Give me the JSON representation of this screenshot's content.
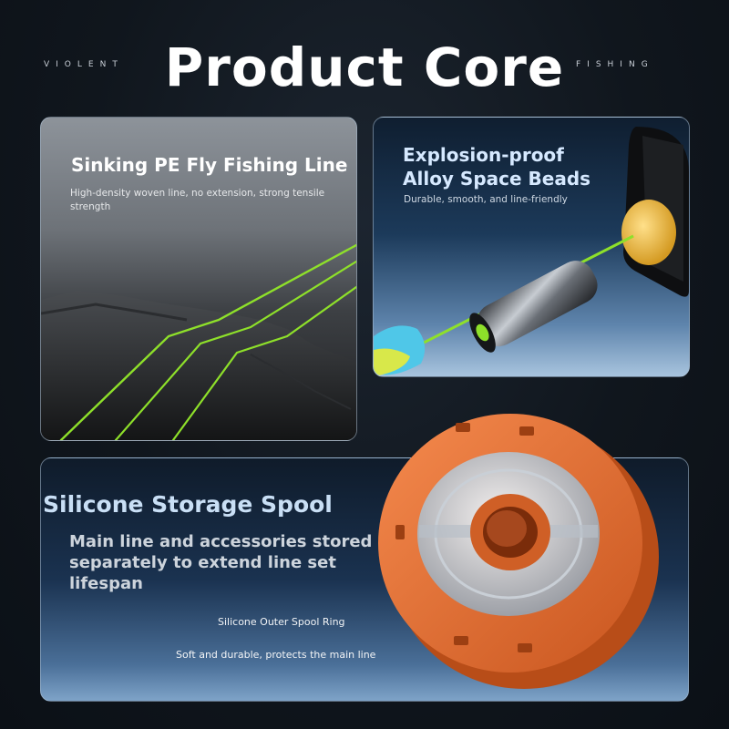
{
  "header": {
    "left_word": "VIOLENT",
    "title": "Product Core",
    "right_word": "FISHING"
  },
  "cards": [
    {
      "title": "Sinking PE Fly Fishing Line",
      "subtitle": "High-density woven line, no extension, strong tensile strength"
    },
    {
      "title_line1": "Explosion-proof",
      "title_line2": "Alloy Space Beads",
      "subtitle": "Durable, smooth, and line-friendly"
    },
    {
      "title": "Silicone Storage Spool",
      "subtitle": "Main line and accessories stored separately to extend line set lifespan",
      "label1": "Silicone Outer Spool Ring",
      "label2": "Soft and durable, protects the main line"
    }
  ],
  "colors": {
    "line_green": "#8ee02a",
    "spool_orange": "#e8743c",
    "bead_yellow": "#f0c24a"
  }
}
